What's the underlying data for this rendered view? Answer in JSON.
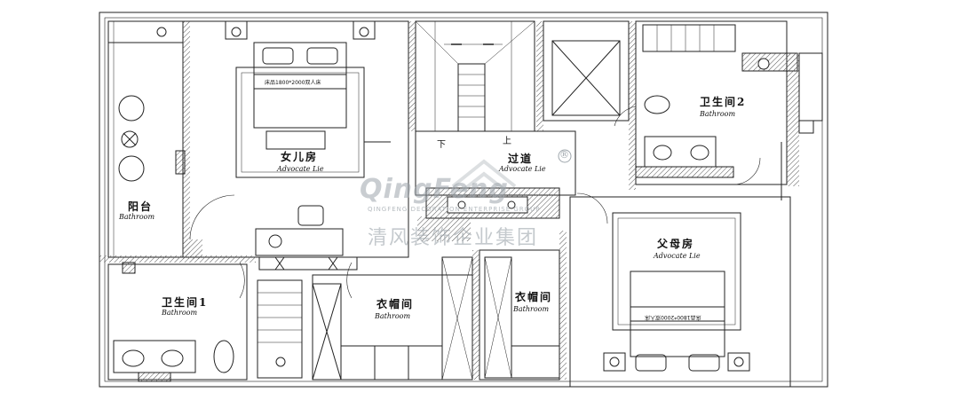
{
  "rooms": {
    "balcony": {
      "name": "阳台",
      "en": "Bathroom"
    },
    "daughter_room": {
      "name": "女儿房",
      "en": "Advocate Lie"
    },
    "corridor": {
      "name": "过道",
      "en": "Advocate Lie"
    },
    "bathroom_2": {
      "name": "卫生间2",
      "en": "Bathroom"
    },
    "bathroom_1": {
      "name": "卫生间1",
      "en": "Bathroom"
    },
    "closet_left": {
      "name": "衣帽间",
      "en": "Bathroom"
    },
    "closet_right": {
      "name": "衣帽间",
      "en": "Bathroom"
    },
    "parents_room": {
      "name": "父母房",
      "en": "Advocate Lie"
    }
  },
  "bed_notes": {
    "daughter_bed": "床品1800*2000双人床",
    "parents_bed": "床品1800*2000双人床"
  },
  "stairs": {
    "down": "下",
    "up": "上"
  },
  "watermark": {
    "logo_text": "QingFeng",
    "company_en": "QINGFENG DECORATION ENTERPRISE GROUP",
    "company_cn": "清风装饰企业集团",
    "registered": "®"
  },
  "colors": {
    "line": "#222222",
    "hatch": "#555555",
    "watermark": "#9ea6ac"
  }
}
